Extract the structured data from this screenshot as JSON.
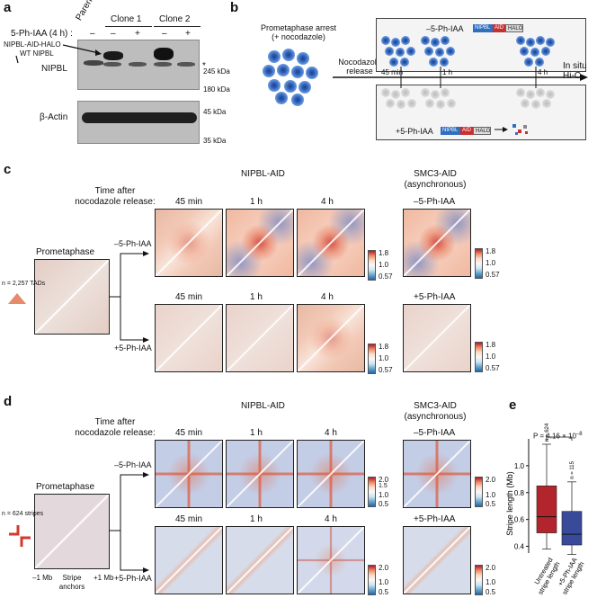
{
  "panels": {
    "a": {
      "label": "a",
      "treatment_label": "5-Ph-IAA (4 h) :",
      "lanes": [
        {
          "name": "Parental",
          "sign": "–"
        },
        {
          "name": "Clone 1",
          "signs": [
            "–",
            "+"
          ]
        },
        {
          "name": "Clone 2",
          "signs": [
            "–",
            "+"
          ]
        }
      ],
      "band_labels": [
        "NIPBL-AID-HALO",
        "WT NIPBL",
        "NIPBL",
        "β-Actin"
      ],
      "asterisk": "*",
      "markers": [
        "245 kDa",
        "180 kDa",
        "45 kDa",
        "35 kDa"
      ]
    },
    "b": {
      "label": "b",
      "arrest": "Prometaphase arrest\n(+ nocodazole)",
      "release": "Nocodazole\nrelease",
      "minus": "–5-Ph-IAA",
      "plus": "+5-Ph-IAA",
      "times": [
        "45 min",
        "1 h",
        "4 h"
      ],
      "tags": [
        "NIPBL",
        "AID",
        "HALO"
      ],
      "output": "In situ\nHi-C"
    },
    "c": {
      "label": "c",
      "time_header": "Time after\nnocodazole release:",
      "group1": "NIPBL-AID",
      "group2": "SMC3-AID\n(asynchronous)",
      "times": [
        "45 min",
        "1 h",
        "4 h"
      ],
      "minus": "–5-Ph-IAA",
      "plus": "+5-Ph-IAA",
      "prometaphase": "Prometaphase",
      "n_label": "n = 2,257 TADs",
      "scale": [
        "1.8",
        "1.0",
        "0.57"
      ]
    },
    "d": {
      "label": "d",
      "time_header": "Time after\nnocodazole release:",
      "group1": "NIPBL-AID",
      "group2": "SMC3-AID\n(asynchronous)",
      "times": [
        "45 min",
        "1 h",
        "4 h"
      ],
      "minus": "–5-Ph-IAA",
      "plus": "+5-Ph-IAA",
      "prometaphase": "Prometaphase",
      "n_label": "n = 624 stripes",
      "axis": [
        "–1 Mb",
        "Stripe\nanchors",
        "+1 Mb"
      ],
      "scale": [
        "2.0",
        "1.5",
        "1.0",
        "0.5"
      ]
    },
    "e": {
      "label": "e",
      "pvalue": "P = 4.16 × 10",
      "pexp": "–8",
      "ylabel": "Stripe length (Mb)",
      "yticks": [
        "1.0",
        "0.8",
        "0.6",
        "0.4"
      ],
      "colors": {
        "untreated": "#b3252c",
        "treated": "#3a4a9a"
      }
    }
  },
  "chart_data": {
    "type": "box",
    "title": "",
    "ylabel": "Stripe length (Mb)",
    "ylim": [
      0.35,
      1.2
    ],
    "categories": [
      "Untreated\nstripe length",
      "+5-Ph-IAA\nstripe length"
    ],
    "series": [
      {
        "name": "Untreated stripe length",
        "n": "n = 624",
        "min": 0.38,
        "q1": 0.5,
        "median": 0.62,
        "q3": 0.85,
        "max": 1.16
      },
      {
        "name": "+5-Ph-IAA stripe length",
        "n": "n = 115",
        "min": 0.34,
        "q1": 0.41,
        "median": 0.49,
        "q3": 0.66,
        "max": 0.88
      }
    ]
  }
}
